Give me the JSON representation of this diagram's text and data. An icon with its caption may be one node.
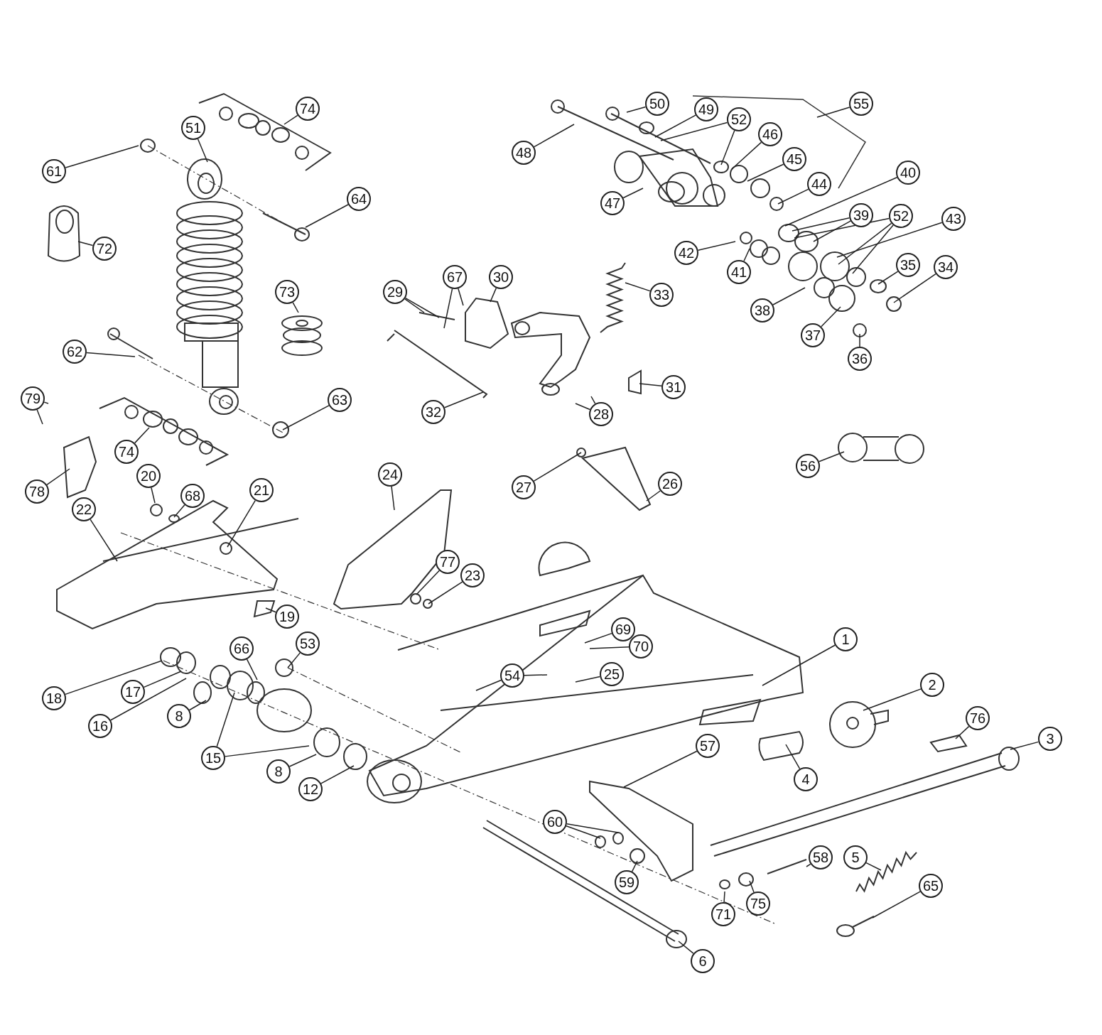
{
  "diagram": {
    "nodes": [
      {
        "text": [
          "74"
        ]
      },
      {
        "text": [
          "50"
        ]
      },
      {
        "text": [
          "55"
        ]
      },
      {
        "text": [
          "49"
        ]
      },
      {
        "text": [
          "52"
        ]
      },
      {
        "text": [
          "51"
        ]
      },
      {
        "text": [
          "46"
        ]
      },
      {
        "text": [
          "48"
        ]
      },
      {
        "text": [
          "45"
        ]
      },
      {
        "text": [
          "61"
        ]
      },
      {
        "text": [
          "40"
        ]
      },
      {
        "text": [
          "44"
        ]
      },
      {
        "text": [
          "64"
        ]
      },
      {
        "text": [
          "47"
        ]
      },
      {
        "text": [
          "39"
        ]
      },
      {
        "text": [
          "52"
        ]
      },
      {
        "text": [
          "43"
        ]
      },
      {
        "text": [
          "72"
        ]
      },
      {
        "text": [
          "42"
        ]
      },
      {
        "text": [
          "35"
        ]
      },
      {
        "text": [
          "34"
        ]
      },
      {
        "text": [
          "41"
        ]
      },
      {
        "text": [
          "30"
        ]
      },
      {
        "text": [
          "67"
        ]
      },
      {
        "text": [
          "29"
        ]
      },
      {
        "text": [
          "73"
        ]
      },
      {
        "text": [
          "33"
        ]
      },
      {
        "text": [
          "38"
        ]
      },
      {
        "text": [
          "37"
        ]
      },
      {
        "text": [
          "62"
        ]
      },
      {
        "text": [
          "36"
        ]
      },
      {
        "text": [
          "31"
        ]
      },
      {
        "text": [
          "79"
        ]
      },
      {
        "text": [
          "63"
        ]
      },
      {
        "text": [
          "32"
        ]
      },
      {
        "text": [
          "28"
        ]
      },
      {
        "text": [
          "74"
        ]
      },
      {
        "text": [
          "56"
        ]
      },
      {
        "text": [
          "24"
        ]
      },
      {
        "text": [
          "20"
        ]
      },
      {
        "text": [
          "26"
        ]
      },
      {
        "text": [
          "27"
        ]
      },
      {
        "text": [
          "21"
        ]
      },
      {
        "text": [
          "78"
        ]
      },
      {
        "text": [
          "68"
        ]
      },
      {
        "text": [
          "22"
        ]
      },
      {
        "text": [
          "77"
        ]
      },
      {
        "text": [
          "23"
        ]
      },
      {
        "text": [
          "19"
        ]
      },
      {
        "text": [
          "69"
        ]
      },
      {
        "text": [
          "1"
        ]
      },
      {
        "text": [
          "70"
        ]
      },
      {
        "text": [
          "53"
        ]
      },
      {
        "text": [
          "66"
        ]
      },
      {
        "text": [
          "25"
        ]
      },
      {
        "text": [
          "54"
        ]
      },
      {
        "text": [
          "2"
        ]
      },
      {
        "text": [
          "17"
        ]
      },
      {
        "text": [
          "18"
        ]
      },
      {
        "text": [
          "8"
        ]
      },
      {
        "text": [
          "76"
        ]
      },
      {
        "text": [
          "16"
        ]
      },
      {
        "text": [
          "3"
        ]
      },
      {
        "text": [
          "57"
        ]
      },
      {
        "text": [
          "15"
        ]
      },
      {
        "text": [
          "8"
        ]
      },
      {
        "text": [
          "4"
        ]
      },
      {
        "text": [
          "12"
        ]
      },
      {
        "text": [
          "60"
        ]
      },
      {
        "text": [
          "5"
        ]
      },
      {
        "text": [
          "58"
        ]
      },
      {
        "text": [
          "59"
        ]
      },
      {
        "text": [
          "75"
        ]
      },
      {
        "text": [
          "65"
        ]
      },
      {
        "text": [
          "71"
        ]
      },
      {
        "text": [
          "6"
        ]
      }
    ],
    "edges": [
      {
        "from": 0,
        "to": null,
        "arrow": "none"
      },
      {
        "from": 1,
        "to": null,
        "arrow": "none"
      },
      {
        "from": 2,
        "to": null,
        "arrow": "none"
      },
      {
        "from": 3,
        "to": null,
        "arrow": "none"
      },
      {
        "from": 4,
        "to": null,
        "arrow": "none"
      },
      {
        "from": 4,
        "to": null,
        "arrow": "none"
      },
      {
        "from": 5,
        "to": null,
        "arrow": "none"
      },
      {
        "from": 6,
        "to": null,
        "arrow": "none"
      },
      {
        "from": 7,
        "to": null,
        "arrow": "none"
      },
      {
        "from": 8,
        "to": null,
        "arrow": "none"
      },
      {
        "from": 9,
        "to": null,
        "arrow": "none"
      },
      {
        "from": 10,
        "to": null,
        "arrow": "none"
      },
      {
        "from": 11,
        "to": null,
        "arrow": "none"
      },
      {
        "from": 12,
        "to": null,
        "arrow": "none"
      },
      {
        "from": 13,
        "to": null,
        "arrow": "none"
      },
      {
        "from": 14,
        "to": null,
        "arrow": "none"
      },
      {
        "from": 14,
        "to": null,
        "arrow": "none"
      },
      {
        "from": 15,
        "to": null,
        "arrow": "none"
      },
      {
        "from": 15,
        "to": null,
        "arrow": "none"
      },
      {
        "from": 15,
        "to": null,
        "arrow": "none"
      },
      {
        "from": 16,
        "to": null,
        "arrow": "none"
      },
      {
        "from": 17,
        "to": null,
        "arrow": "none"
      },
      {
        "from": 18,
        "to": null,
        "arrow": "none"
      },
      {
        "from": 19,
        "to": null,
        "arrow": "none"
      },
      {
        "from": 20,
        "to": null,
        "arrow": "none"
      },
      {
        "from": 21,
        "to": null,
        "arrow": "none"
      },
      {
        "from": 22,
        "to": null,
        "arrow": "none"
      },
      {
        "from": 23,
        "to": null,
        "arrow": "none"
      },
      {
        "from": 23,
        "to": null,
        "arrow": "none"
      },
      {
        "from": 24,
        "to": null,
        "arrow": "none"
      },
      {
        "from": 24,
        "to": null,
        "arrow": "none"
      },
      {
        "from": 25,
        "to": null,
        "arrow": "none"
      },
      {
        "from": 26,
        "to": null,
        "arrow": "none"
      },
      {
        "from": 27,
        "to": null,
        "arrow": "none"
      },
      {
        "from": 28,
        "to": null,
        "arrow": "none"
      },
      {
        "from": 29,
        "to": null,
        "arrow": "none"
      },
      {
        "from": 30,
        "to": null,
        "arrow": "none"
      },
      {
        "from": 31,
        "to": null,
        "arrow": "none"
      },
      {
        "from": 32,
        "to": null,
        "arrow": "none"
      },
      {
        "from": 32,
        "to": null,
        "arrow": "none"
      },
      {
        "from": 33,
        "to": null,
        "arrow": "none"
      },
      {
        "from": 34,
        "to": null,
        "arrow": "none"
      },
      {
        "from": 35,
        "to": null,
        "arrow": "none"
      },
      {
        "from": 35,
        "to": null,
        "arrow": "none"
      },
      {
        "from": 36,
        "to": null,
        "arrow": "none"
      },
      {
        "from": 37,
        "to": null,
        "arrow": "none"
      },
      {
        "from": 38,
        "to": null,
        "arrow": "none"
      },
      {
        "from": 39,
        "to": null,
        "arrow": "none"
      },
      {
        "from": 40,
        "to": null,
        "arrow": "none"
      },
      {
        "from": 41,
        "to": null,
        "arrow": "none"
      },
      {
        "from": 42,
        "to": null,
        "arrow": "none"
      },
      {
        "from": 43,
        "to": null,
        "arrow": "none"
      },
      {
        "from": 44,
        "to": null,
        "arrow": "none"
      },
      {
        "from": 45,
        "to": null,
        "arrow": "none"
      },
      {
        "from": 46,
        "to": null,
        "arrow": "none"
      },
      {
        "from": 47,
        "to": null,
        "arrow": "none"
      },
      {
        "from": 48,
        "to": null,
        "arrow": "none"
      },
      {
        "from": 49,
        "to": null,
        "arrow": "none"
      },
      {
        "from": 50,
        "to": null,
        "arrow": "none"
      },
      {
        "from": 51,
        "to": null,
        "arrow": "none"
      },
      {
        "from": 52,
        "to": null,
        "arrow": "none"
      },
      {
        "from": 53,
        "to": null,
        "arrow": "none"
      },
      {
        "from": 54,
        "to": null,
        "arrow": "none"
      },
      {
        "from": 55,
        "to": null,
        "arrow": "none"
      },
      {
        "from": 55,
        "to": null,
        "arrow": "none"
      },
      {
        "from": 56,
        "to": null,
        "arrow": "none"
      },
      {
        "from": 57,
        "to": null,
        "arrow": "none"
      },
      {
        "from": 58,
        "to": null,
        "arrow": "none"
      },
      {
        "from": 59,
        "to": null,
        "arrow": "none"
      },
      {
        "from": 60,
        "to": null,
        "arrow": "none"
      },
      {
        "from": 61,
        "to": null,
        "arrow": "none"
      },
      {
        "from": 62,
        "to": null,
        "arrow": "none"
      },
      {
        "from": 63,
        "to": null,
        "arrow": "none"
      },
      {
        "from": 64,
        "to": null,
        "arrow": "none"
      },
      {
        "from": 64,
        "to": null,
        "arrow": "none"
      },
      {
        "from": 65,
        "to": null,
        "arrow": "none"
      },
      {
        "from": 66,
        "to": null,
        "arrow": "none"
      },
      {
        "from": 67,
        "to": null,
        "arrow": "none"
      },
      {
        "from": 68,
        "to": null,
        "arrow": "none"
      },
      {
        "from": 68,
        "to": null,
        "arrow": "none"
      },
      {
        "from": 69,
        "to": null,
        "arrow": "none"
      },
      {
        "from": 70,
        "to": null,
        "arrow": "none"
      },
      {
        "from": 71,
        "to": null,
        "arrow": "none"
      },
      {
        "from": 72,
        "to": null,
        "arrow": "none"
      },
      {
        "from": 73,
        "to": null,
        "arrow": "none"
      },
      {
        "from": 74,
        "to": null,
        "arrow": "none"
      },
      {
        "from": 75,
        "to": null,
        "arrow": "none"
      }
    ]
  }
}
